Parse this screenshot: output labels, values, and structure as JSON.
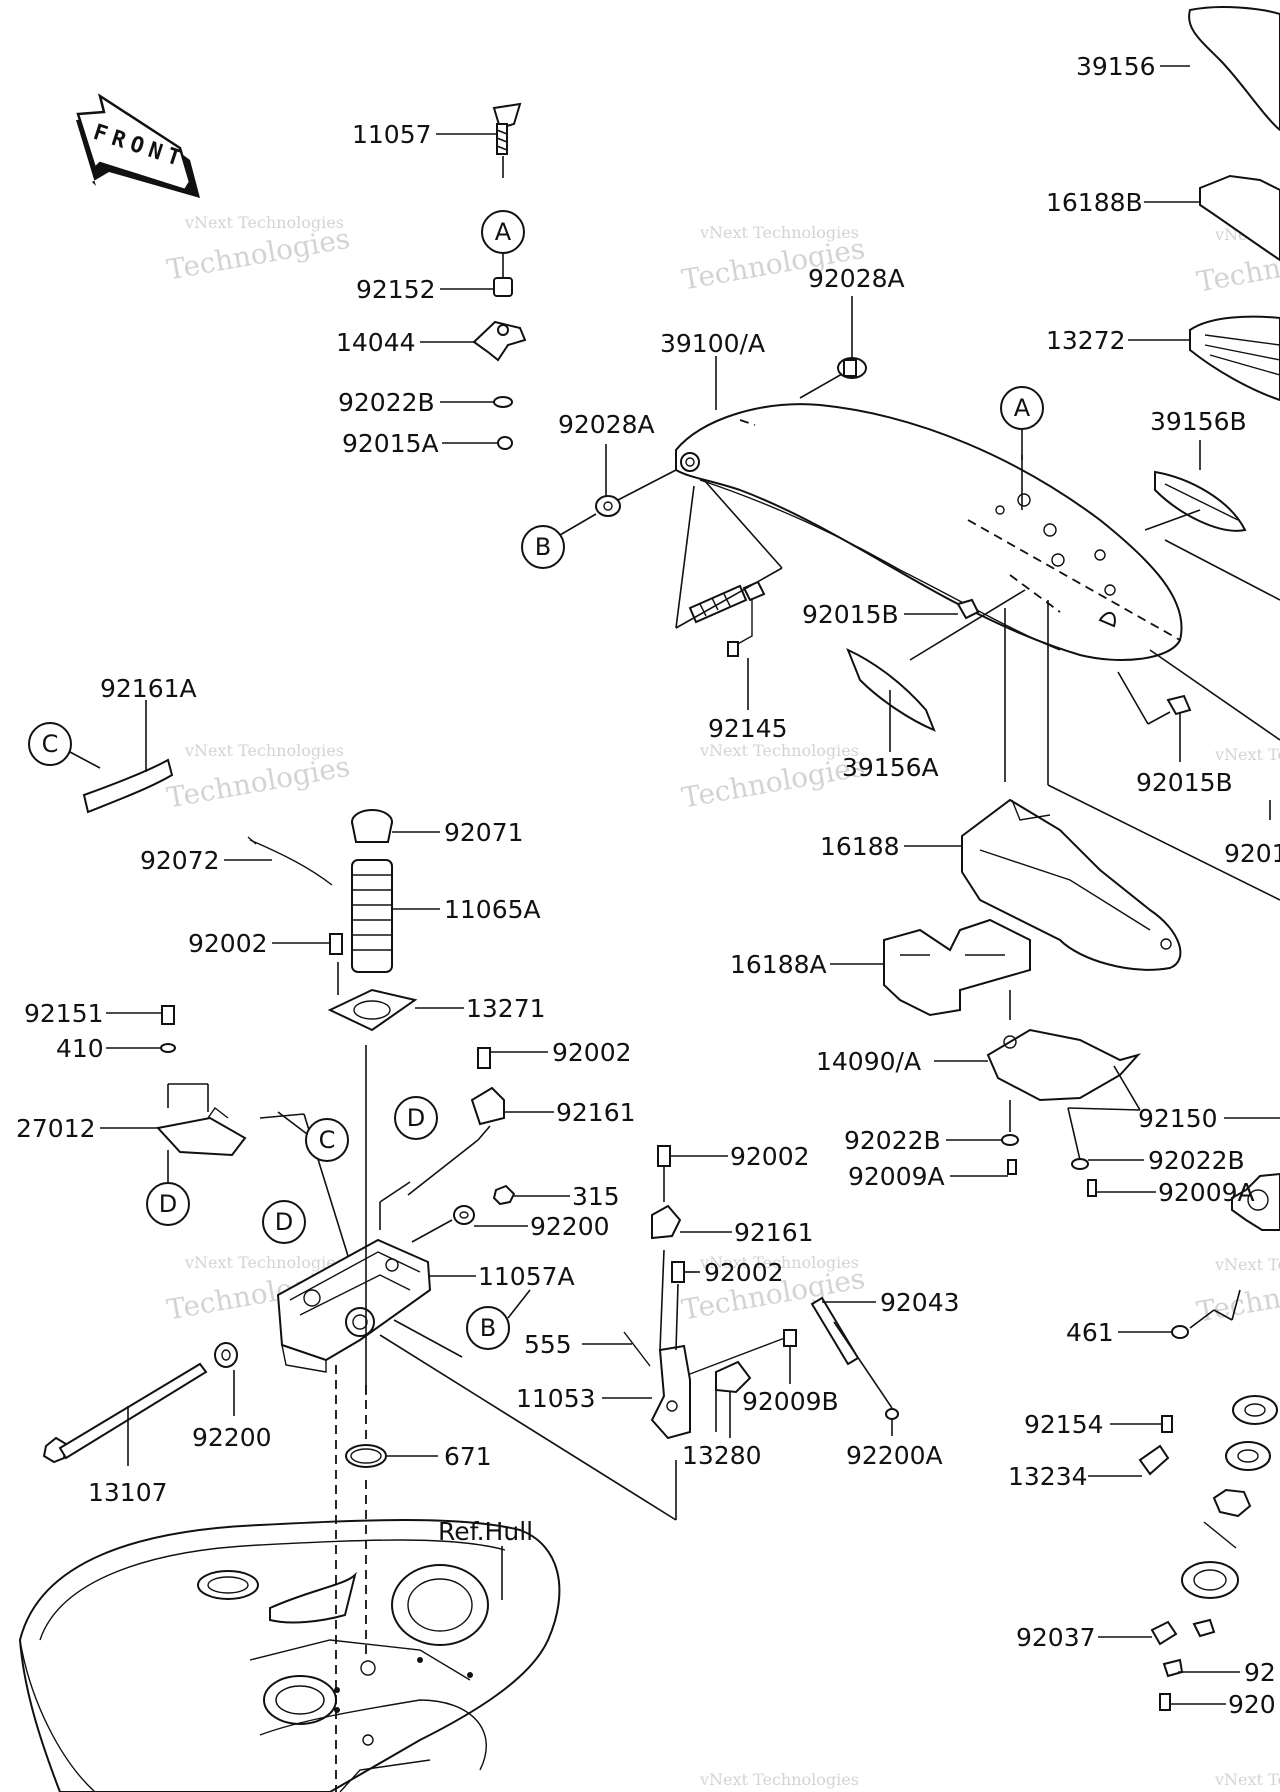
{
  "front_arrow": {
    "label": "FRONT"
  },
  "watermark": {
    "line1": "vNext Technologies",
    "line2": "Technologies"
  },
  "ref_label": "Ref.Hull",
  "circle_refs": [
    "A",
    "A",
    "B",
    "B",
    "C",
    "C",
    "D",
    "D",
    "D"
  ],
  "parts": [
    "39156",
    "16188B",
    "13272",
    "39156B",
    "11057",
    "92152",
    "14044",
    "92022B",
    "92015A",
    "92028A",
    "39100/A",
    "92028A",
    "92015B",
    "92145",
    "39156A",
    "92015B",
    "9201",
    "92161A",
    "92072",
    "92071",
    "11065A",
    "92002",
    "13271",
    "92151",
    "410",
    "27012",
    "92002",
    "92161",
    "315",
    "92200",
    "11057A",
    "92002",
    "92161",
    "92002",
    "92043",
    "555",
    "11053",
    "92009B",
    "13280",
    "92200A",
    "13107",
    "92200",
    "671",
    "16188",
    "16188A",
    "14090/A",
    "92022B",
    "92009A",
    "92022B",
    "92009A",
    "92150",
    "461",
    "92154",
    "13234",
    "92037",
    "92",
    "920"
  ]
}
